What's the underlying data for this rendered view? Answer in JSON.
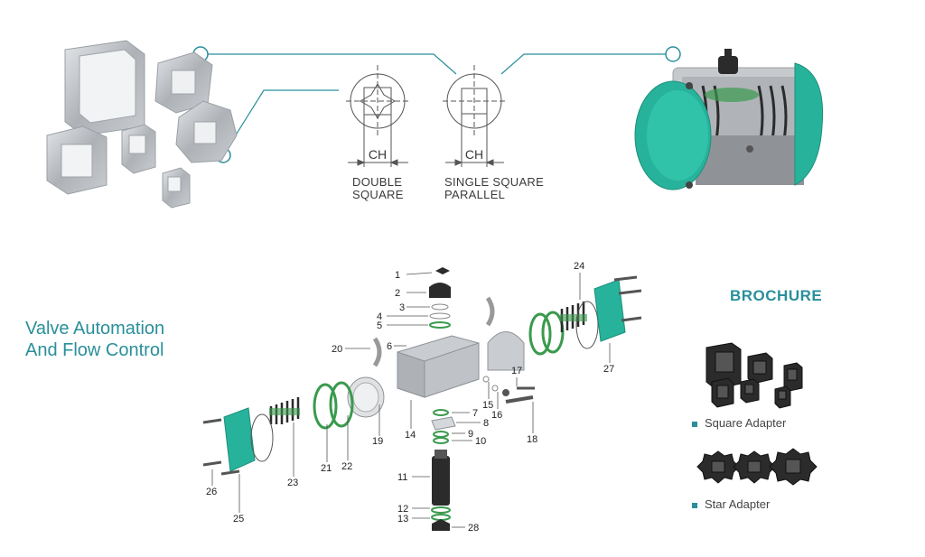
{
  "profiles": {
    "double_square": {
      "ch": "CH",
      "line1": "DOUBLE",
      "line2": "SQUARE"
    },
    "single_square": {
      "ch": "CH",
      "line1": "SINGLE SQUARE",
      "line2": "PARALLEL"
    }
  },
  "heading": {
    "line1": "Valve Automation",
    "line2": "And Flow Control"
  },
  "brochure": {
    "title": "BROCHURE",
    "square_adapter": "Square Adapter",
    "star_adapter": "Star Adapter"
  },
  "parts": {
    "p1": "1",
    "p2": "2",
    "p3": "3",
    "p4": "4",
    "p5": "5",
    "p6": "6",
    "p7": "7",
    "p8": "8",
    "p9": "9",
    "p10": "10",
    "p11": "11",
    "p12": "12",
    "p13": "13",
    "p14": "14",
    "p15": "15",
    "p16": "16",
    "p17": "17",
    "p18": "18",
    "p19": "19",
    "p20": "20",
    "p21": "21",
    "p22": "22",
    "p23": "23",
    "p24": "24",
    "p25": "25",
    "p26": "26",
    "p27": "27",
    "p28": "28"
  },
  "colors": {
    "accent": "#2a8f9a",
    "teal_body": "#27b39b",
    "metal": "#b9bcc0",
    "dark": "#2b2b2b",
    "green_ring": "#3a9a4e"
  }
}
